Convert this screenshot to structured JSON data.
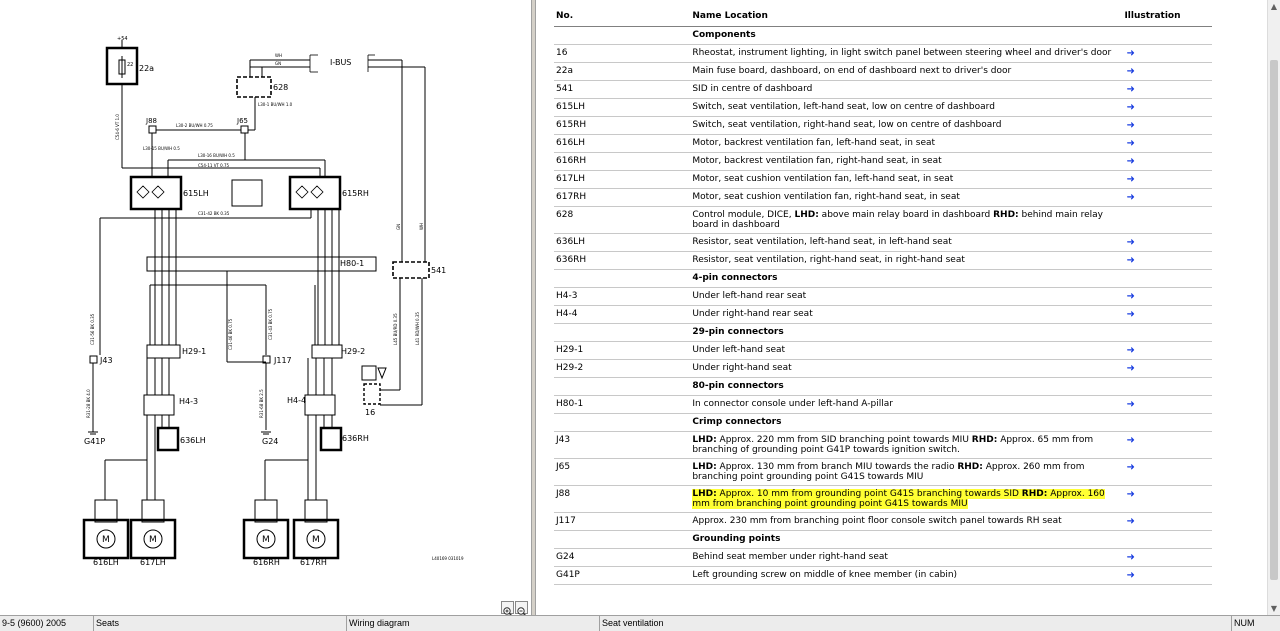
{
  "diagram": {
    "fuse_label": "22a",
    "fuse_top_label": "+54",
    "fuse_num": "22",
    "dice_label": "628",
    "ibus_label": "I-BUS",
    "sid_label": "541",
    "switch_left": "615LH",
    "switch_right": "615RH",
    "h80": "H80-1",
    "h29_1": "H29-1",
    "h29_2": "H29-2",
    "h4_3": "H4-3",
    "h4_4": "H4-4",
    "r636lh": "636LH",
    "r636rh": "636RH",
    "j88": "J88",
    "j65": "J65",
    "j43": "J43",
    "j117": "J117",
    "g41p": "G41P",
    "g24": "G24",
    "rheo": "16",
    "motors": [
      "616LH",
      "617LH",
      "616RH",
      "617RH"
    ],
    "motor_symbol": "M",
    "wire_labels": {
      "w1": "WH",
      "w2": "GN",
      "w3": "L30-1 BU/WH 1.0",
      "w4": "L30-2 BU/WH 0.75",
      "w5": "L30-15 BU/WH 0.5",
      "w6": "C54-6 VT 1.0",
      "w7": "L30-16 BU/WH 0.5",
      "w8": "C54-11 VT 0.75",
      "w9": "C31-42 BK 0.35",
      "w10": "C31-56 BK 0.35",
      "w11": "C31-46 BK 0.75",
      "w12": "C31-43 BK 0.75",
      "w13": "R31-28 BK 4.0",
      "w14": "R31-68 BK 2.5",
      "w15": "L45 BU/RD 0.35",
      "w16": "L41 RD/WH 0.35",
      "w17": "GN",
      "w18": "WH"
    },
    "ref_code": "L40169 031019"
  },
  "table": {
    "headers": {
      "no": "No.",
      "name": "Name Location",
      "illustration": "Illustration"
    },
    "link_icon": "right-arrow-icon",
    "link_color": "#1a3ee0",
    "highlight_color": "#ffff33",
    "rows": [
      {
        "type": "group",
        "name": "Components"
      },
      {
        "type": "item",
        "no": "16",
        "name": "Rheostat, instrument lighting, in light switch panel between steering wheel and driver's door",
        "link": true
      },
      {
        "type": "item",
        "no": "22a",
        "name": "Main fuse board, dashboard, on end of dashboard next to driver's door",
        "link": true
      },
      {
        "type": "item",
        "no": "541",
        "name": "SID in centre of dashboard",
        "link": true
      },
      {
        "type": "item",
        "no": "615LH",
        "name": "Switch, seat ventilation, left-hand seat, low on centre of dashboard",
        "link": true
      },
      {
        "type": "item",
        "no": "615RH",
        "name": "Switch, seat ventilation, right-hand seat, low on centre of dashboard",
        "link": true
      },
      {
        "type": "item",
        "no": "616LH",
        "name": "Motor, backrest ventilation fan, left-hand seat, in seat",
        "link": true
      },
      {
        "type": "item",
        "no": "616RH",
        "name": "Motor, backrest ventilation fan, right-hand seat, in seat",
        "link": true
      },
      {
        "type": "item",
        "no": "617LH",
        "name": "Motor, seat cushion ventilation fan, left-hand seat, in seat",
        "link": true
      },
      {
        "type": "item",
        "no": "617RH",
        "name": "Motor, seat cushion ventilation fan, right-hand seat, in seat",
        "link": true
      },
      {
        "type": "rich",
        "no": "628",
        "parts": [
          [
            "Control module, DICE, ",
            false
          ],
          [
            "LHD:",
            true
          ],
          [
            " above main relay board in dashboard ",
            false
          ],
          [
            "RHD:",
            true
          ],
          [
            " behind main relay board in dashboard",
            false
          ]
        ],
        "link": false
      },
      {
        "type": "item",
        "no": "636LH",
        "name": "Resistor, seat ventilation, left-hand seat, in left-hand seat",
        "link": true
      },
      {
        "type": "item",
        "no": "636RH",
        "name": "Resistor, seat ventilation, right-hand seat, in right-hand seat",
        "link": true
      },
      {
        "type": "group",
        "name": "4-pin connectors"
      },
      {
        "type": "item",
        "no": "H4-3",
        "name": "Under left-hand rear seat",
        "link": true
      },
      {
        "type": "item",
        "no": "H4-4",
        "name": "Under right-hand rear seat",
        "link": true
      },
      {
        "type": "group",
        "name": "29-pin connectors"
      },
      {
        "type": "item",
        "no": "H29-1",
        "name": "Under left-hand seat",
        "link": true
      },
      {
        "type": "item",
        "no": "H29-2",
        "name": "Under right-hand seat",
        "link": true
      },
      {
        "type": "group",
        "name": "80-pin connectors"
      },
      {
        "type": "item",
        "no": "H80-1",
        "name": "In connector console under left-hand A-pillar",
        "link": true
      },
      {
        "type": "group",
        "name": "Crimp connectors"
      },
      {
        "type": "rich",
        "no": "J43",
        "parts": [
          [
            "LHD:",
            true
          ],
          [
            " Approx. 220 mm from SID branching point towards MIU ",
            false
          ],
          [
            "RHD:",
            true
          ],
          [
            " Approx. 65 mm from branching of grounding point G41P towards ignition switch.",
            false
          ]
        ],
        "link": true
      },
      {
        "type": "rich",
        "no": "J65",
        "parts": [
          [
            "LHD:",
            true
          ],
          [
            " Approx. 130 mm from branch MIU towards the radio ",
            false
          ],
          [
            "RHD:",
            true
          ],
          [
            " Approx. 260 mm from branching point grounding point G41S towards MIU",
            false
          ]
        ],
        "link": true
      },
      {
        "type": "rich",
        "no": "J88",
        "highlight": true,
        "parts": [
          [
            "LHD:",
            true
          ],
          [
            " Approx. 10 mm from grounding point G41S branching towards SID ",
            false
          ],
          [
            "RHD:",
            true
          ],
          [
            " Approx. 160 mm from branching point grounding point G41S towards MIU",
            false
          ]
        ],
        "link": true
      },
      {
        "type": "item",
        "no": "J117",
        "name": "Approx. 230 mm from branching point floor console switch panel towards RH seat",
        "link": true
      },
      {
        "type": "group",
        "name": "Grounding points"
      },
      {
        "type": "item",
        "no": "G24",
        "name": "Behind seat member under right-hand seat",
        "link": true
      },
      {
        "type": "item",
        "no": "G41P",
        "name": "Left grounding screw on middle of knee member (in cabin)",
        "link": true
      }
    ]
  },
  "statusbar": {
    "model": "9-5 (9600) 2005",
    "section": "Seats",
    "doc_type": "Wiring diagram",
    "title": "Seat ventilation",
    "num": "NUM"
  },
  "zoom": {
    "in_icon": "zoom-in-icon",
    "out_icon": "zoom-out-icon"
  }
}
